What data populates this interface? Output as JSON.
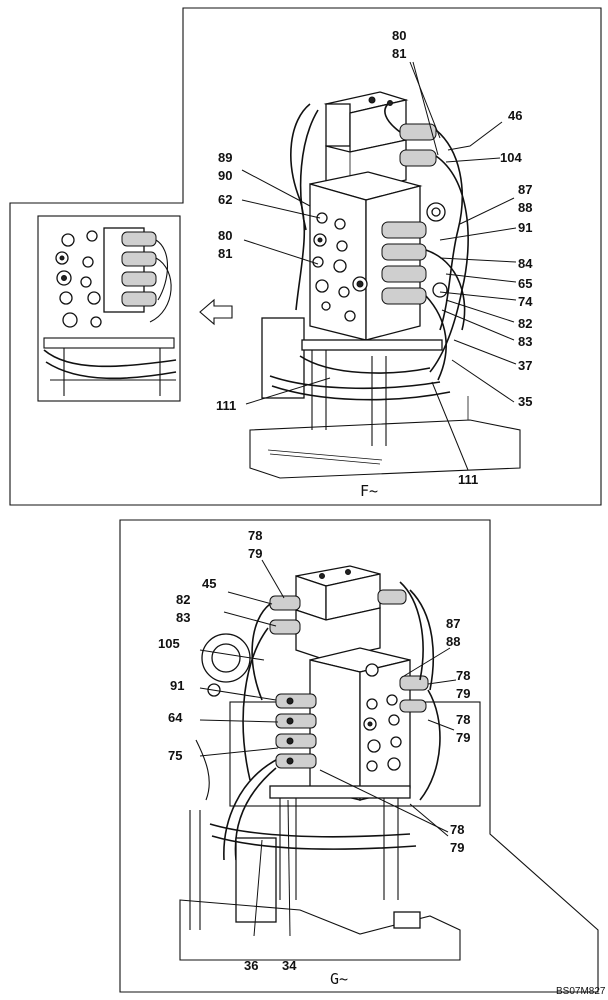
{
  "views": {
    "top": {
      "label": "F~",
      "callouts": [
        "80",
        "81",
        "46",
        "104",
        "89",
        "90",
        "87",
        "88",
        "62",
        "91",
        "80",
        "81",
        "84",
        "65",
        "74",
        "82",
        "83",
        "37",
        "35",
        "111",
        "111"
      ]
    },
    "bottom": {
      "label": "G~",
      "callouts": [
        "78",
        "79",
        "45",
        "82",
        "83",
        "105",
        "87",
        "88",
        "78",
        "79",
        "91",
        "78",
        "79",
        "64",
        "75",
        "78",
        "79",
        "36",
        "34"
      ]
    }
  },
  "drawing_code": "BS07M827"
}
